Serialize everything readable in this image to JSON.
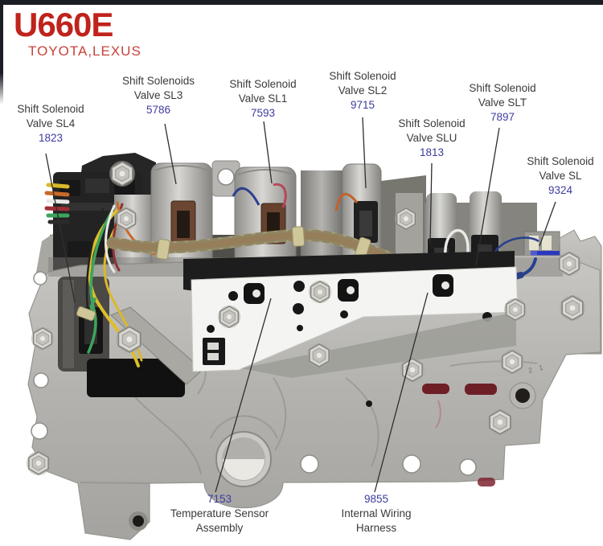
{
  "header": {
    "model": "U660E",
    "brands": "TOYOTA,LEXUS"
  },
  "colors": {
    "title_red": "#c0221c",
    "subtitle_red": "#c8423c",
    "label_text": "#3a3a3a",
    "part_number_blue": "#3c3c9e",
    "top_bar": "#1b1d25",
    "blue_connector": "#2a38c0",
    "casting_gray": "#b5b4b0"
  },
  "callouts": [
    {
      "id": "sl4",
      "lines": [
        "Shift Solenoid",
        "Valve SL4"
      ],
      "part_number": "1823"
    },
    {
      "id": "sl3",
      "lines": [
        "Shift Solenoids",
        "Valve SL3"
      ],
      "part_number": "5786"
    },
    {
      "id": "sl1",
      "lines": [
        "Shift Solenoid",
        "Valve SL1"
      ],
      "part_number": "7593"
    },
    {
      "id": "sl2",
      "lines": [
        "Shift Solenoid",
        "Valve SL2"
      ],
      "part_number": "9715"
    },
    {
      "id": "slu",
      "lines": [
        "Shift Solenoid",
        "Valve SLU"
      ],
      "part_number": "1813"
    },
    {
      "id": "slt",
      "lines": [
        "Shift Solenoid",
        "Valve SLT"
      ],
      "part_number": "7897"
    },
    {
      "id": "sl",
      "lines": [
        "Shift Solenoid",
        "Valve SL"
      ],
      "part_number": "9324"
    },
    {
      "id": "temp-sensor",
      "part_number": "7153",
      "lines": [
        "Temperature Sensor",
        "Assembly"
      ]
    },
    {
      "id": "wiring-harness",
      "part_number": "9855",
      "lines": [
        "Internal Wiring",
        "Harness"
      ]
    }
  ],
  "casting_marks": "2 1"
}
